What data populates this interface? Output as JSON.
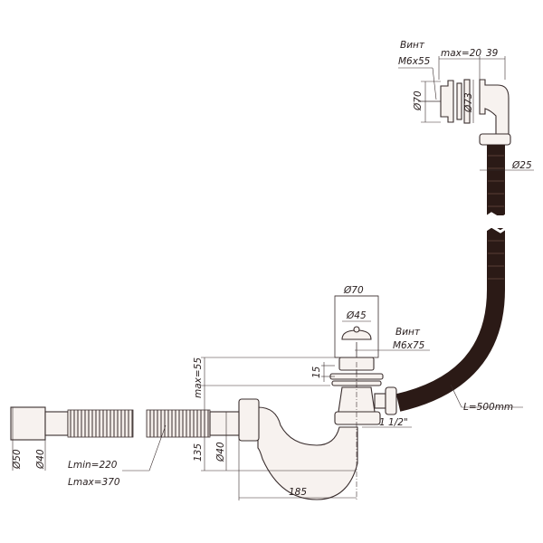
{
  "drawing": {
    "overflow": {
      "screw_label": "Винт",
      "screw_size": "M6x55",
      "max_gap": "max=20",
      "depth": "39",
      "diam_cover": "Ø70",
      "diam_flange": "Ø73",
      "diam_hose": "Ø25"
    },
    "drain": {
      "diam_outer": "Ø70",
      "diam_plug": "Ø45",
      "screw_label": "Винт",
      "screw_size": "M6x75",
      "max_thickness": "max=55",
      "plug_height": "15",
      "thread": "1 1/2\""
    },
    "hose_length": "L=500mm",
    "trap": {
      "height": "135",
      "diam_outlet": "Ø40",
      "width": "185"
    },
    "outlet_hose": {
      "diam_outer": "Ø50",
      "diam_inner": "Ø40",
      "length_min": "Lmin=220",
      "length_max": "Lmax=370"
    },
    "colors": {
      "hose": "#2b1a16",
      "line": "#3a2e2e"
    }
  }
}
